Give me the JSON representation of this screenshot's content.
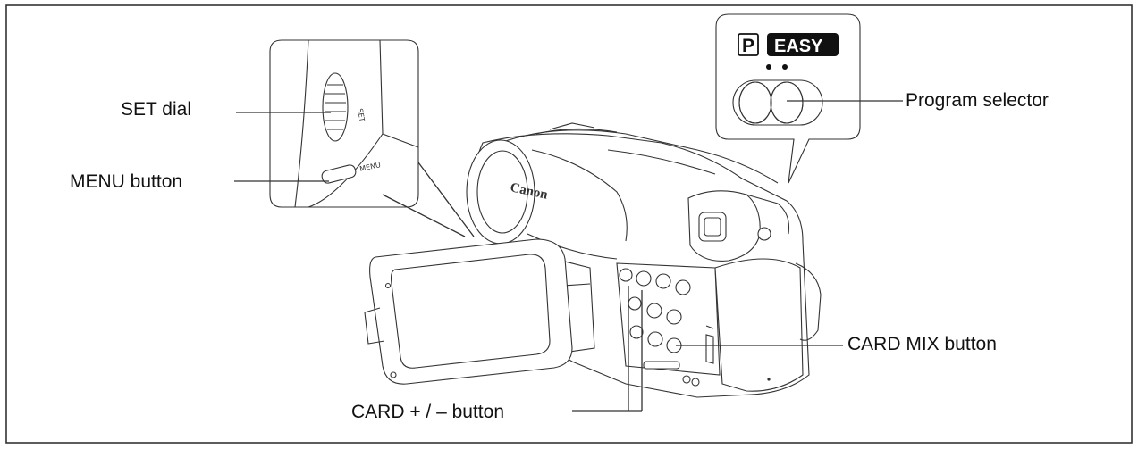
{
  "diagram": {
    "labels": {
      "set_dial": "SET dial",
      "menu_button": "MENU button",
      "program_selector": "Program selector",
      "card_mix_button": "CARD MIX button",
      "card_plus_minus_button": "CARD + / – button"
    },
    "camera_brand": "Canon",
    "mode_labels": {
      "p": "P",
      "easy": "EASY"
    },
    "inset_tiny_text": {
      "menu": "MENU",
      "set": "SET"
    },
    "colors": {
      "line": "#333333",
      "text": "#111111",
      "easy_badge": "#111111",
      "background": "#ffffff"
    }
  }
}
